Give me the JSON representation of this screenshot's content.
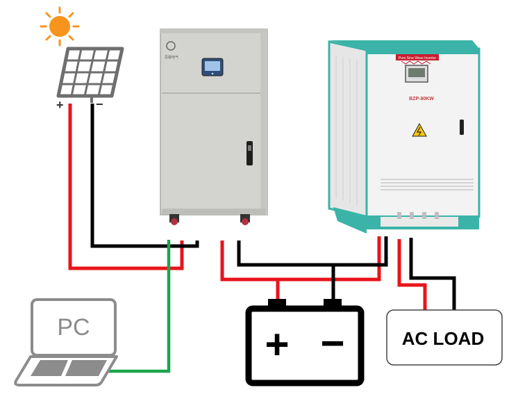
{
  "diagram": {
    "pv_positive_label": "+",
    "pv_negative_label": "−",
    "controller_brand": "思娜电气",
    "inverter_title_text": "Pure Sine Wave Inverter",
    "inverter_model": "BZP-80KW",
    "pc_label": "PC",
    "battery_plus": "+",
    "battery_minus": "−",
    "ac_load_label": "AC LOAD"
  },
  "colors": {
    "positive_wire": "#e8141b",
    "negative_wire": "#000000",
    "comm_wire": "#1aa54b",
    "sun": "#f7941d",
    "panel_cell": "#ffffff",
    "panel_frame": "#7a7a7a",
    "controller_body": "#d4d4d0",
    "inverter_teal": "#3bb3a8",
    "inverter_body": "#f2f2f2",
    "outline_gray": "#8c8c8c"
  },
  "icons": [
    "sun-icon",
    "solar-panel-icon",
    "laptop-icon",
    "battery-icon",
    "warning-icon"
  ]
}
